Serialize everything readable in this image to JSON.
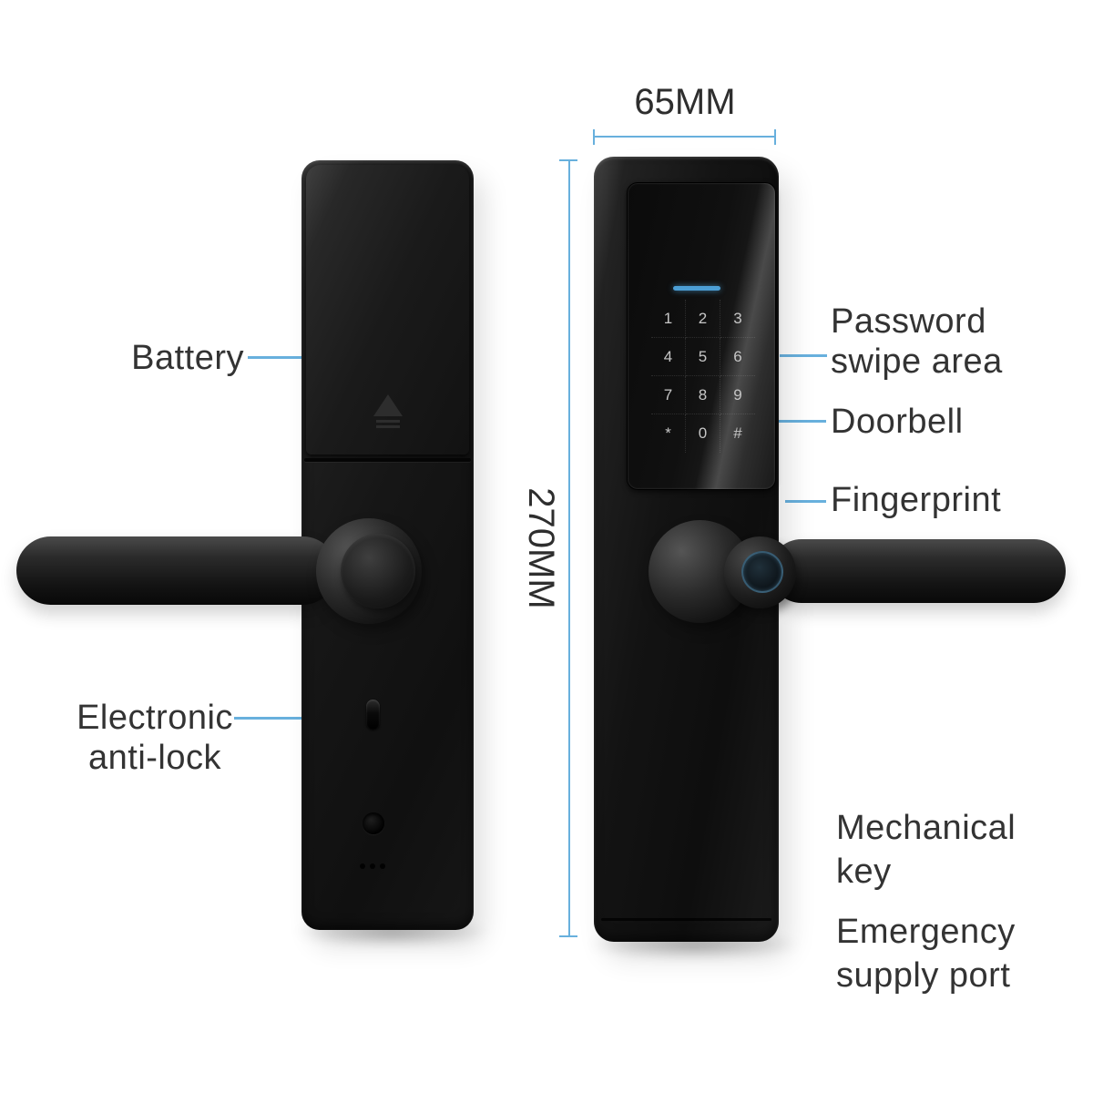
{
  "title": "Smart door lock annotated product diagram",
  "dimensions": {
    "width": "65MM",
    "height": "270MM"
  },
  "callouts": {
    "battery": "Battery",
    "electronic_anti_lock": [
      "Electronic",
      "anti-lock"
    ],
    "password_swipe_area": [
      "Password",
      "swipe area"
    ],
    "doorbell": "Doorbell",
    "fingerprint": "Fingerprint",
    "mechanical_key": [
      "Mechanical",
      "key"
    ],
    "emergency_supply_port": [
      "Emergency",
      "supply port"
    ]
  },
  "keypad": {
    "keys": [
      "1",
      "2",
      "3",
      "4",
      "5",
      "6",
      "7",
      "8",
      "9",
      "*",
      "0",
      "#"
    ]
  },
  "icons": {
    "battery_cover_marker": "triangle-with-stripes",
    "fingerprint_sensor": "fingerprint-ring"
  },
  "colors": {
    "annotation_blue": "#68b0dd",
    "indicator_blue": "#4c9fd6",
    "fingerprint_ring": "#5a96b9",
    "label_text": "#333333",
    "lock_black": "#141414",
    "background": "#ffffff"
  }
}
